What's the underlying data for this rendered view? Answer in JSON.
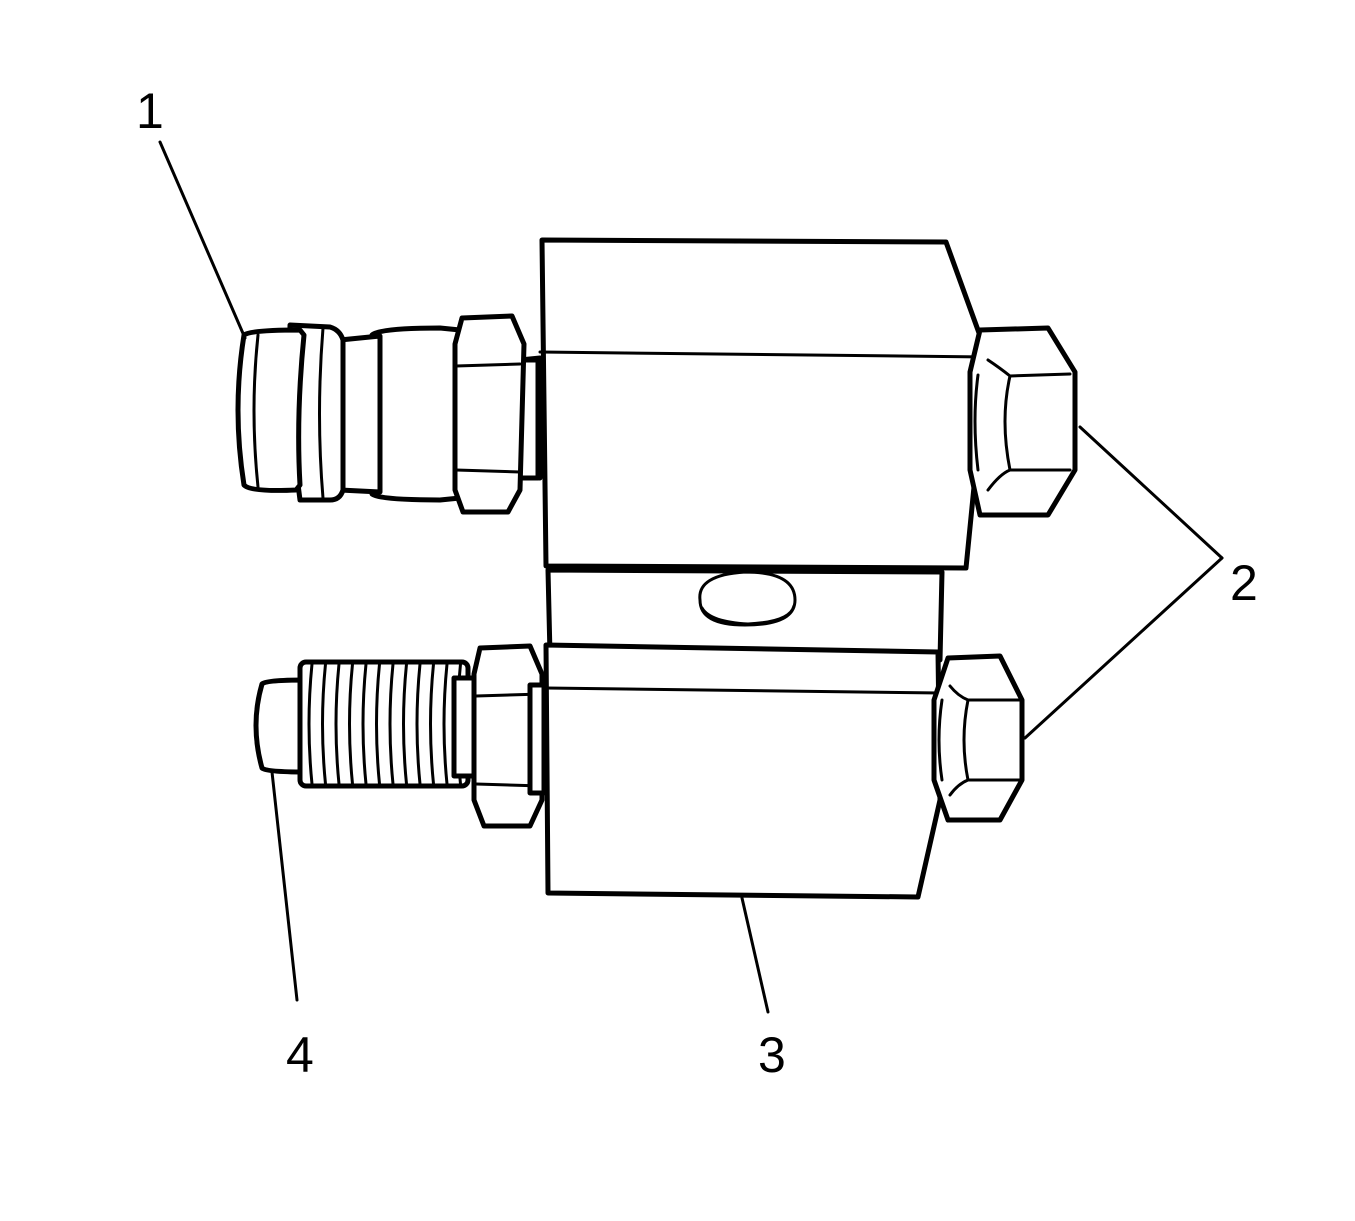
{
  "figure": {
    "callouts": [
      {
        "id": "1",
        "label": "1"
      },
      {
        "id": "2",
        "label": "2"
      },
      {
        "id": "3",
        "label": "3"
      },
      {
        "id": "4",
        "label": "4"
      }
    ]
  },
  "colors": {
    "line": "#000000",
    "background": "#ffffff"
  }
}
